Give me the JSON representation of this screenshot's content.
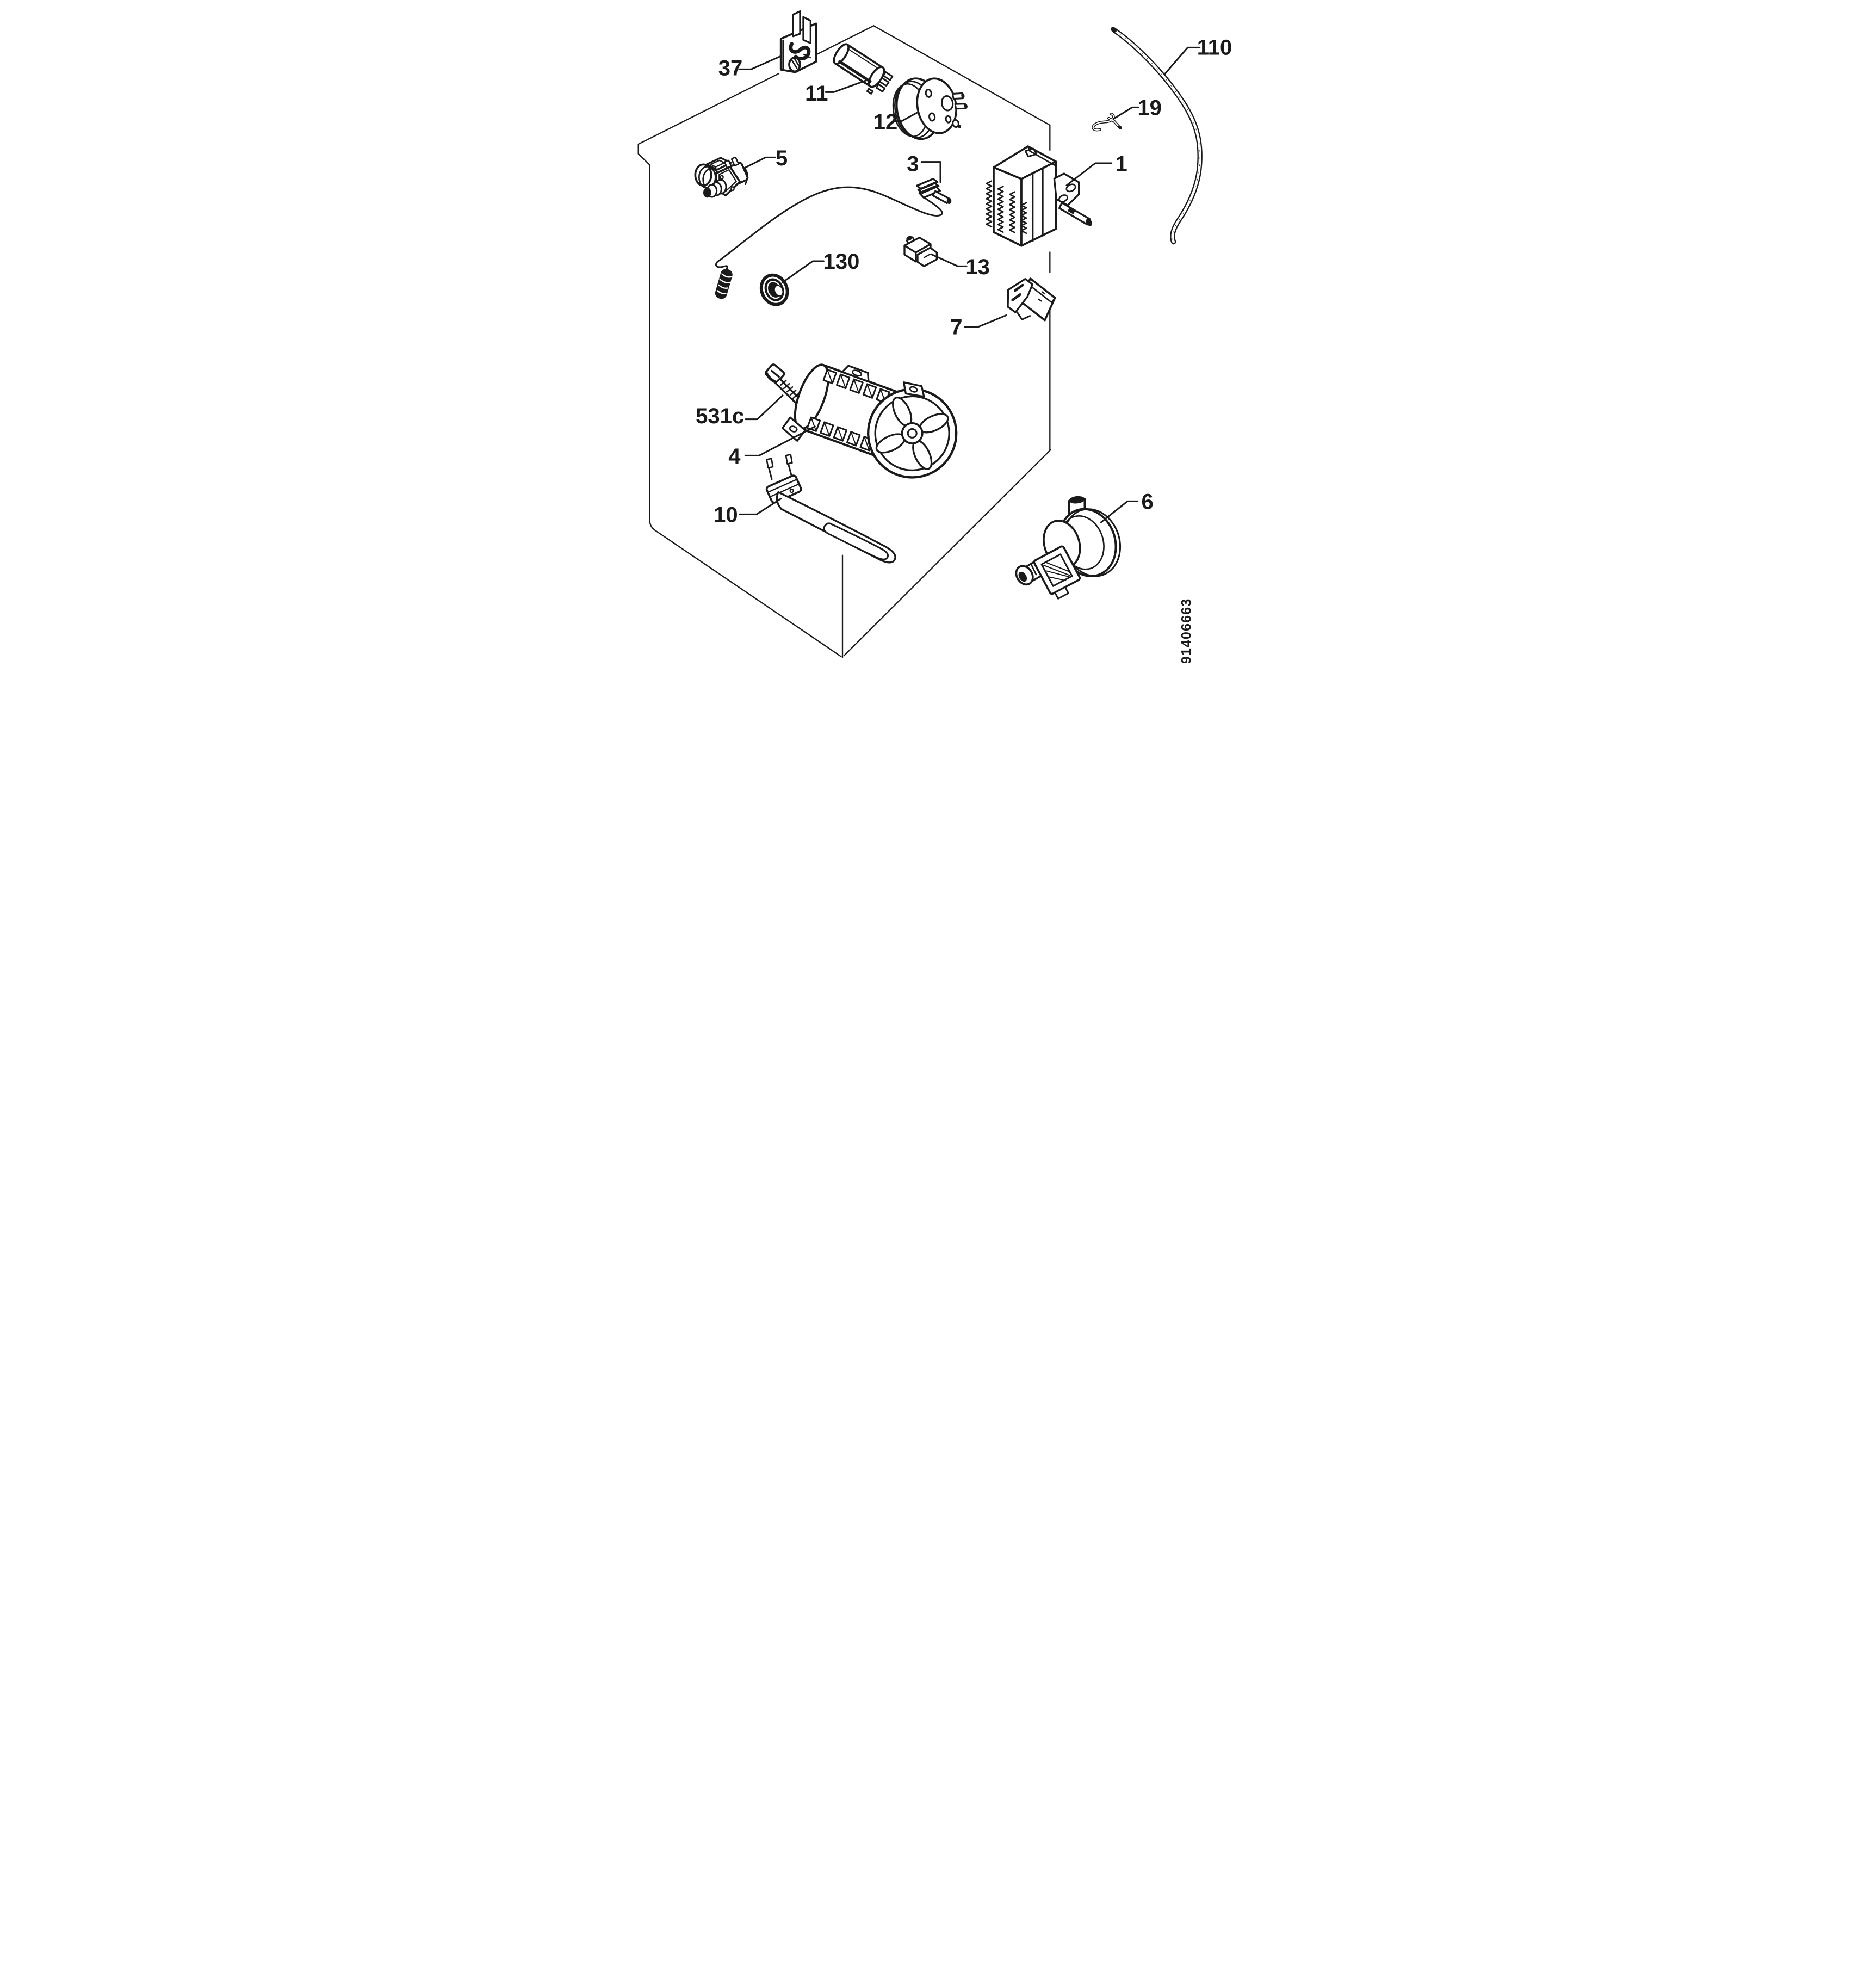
{
  "figure": {
    "type": "exploded-parts-diagram",
    "background_color": "#ffffff",
    "ink_color": "#1a1a1a",
    "doc_number": "91406663",
    "callouts": {
      "n1": "1",
      "n3": "3",
      "n4": "4",
      "n5": "5",
      "n6": "6",
      "n7": "7",
      "n10": "10",
      "n11": "11",
      "n12": "12",
      "n13": "13",
      "n19": "19",
      "n37": "37",
      "n110": "110",
      "n130": "130",
      "n531c": "531c"
    }
  }
}
